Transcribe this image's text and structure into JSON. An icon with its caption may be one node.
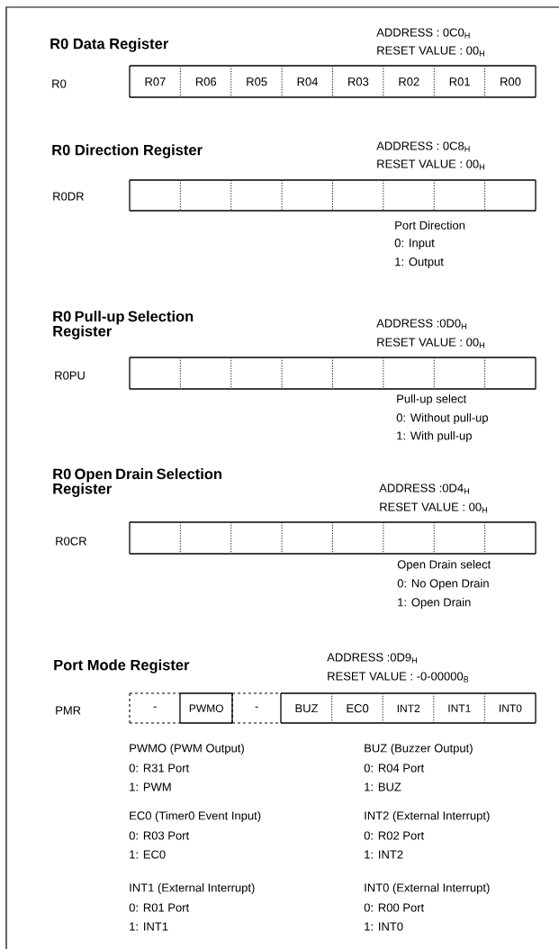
{
  "diagram": {
    "nodes": [
      {
        "text": [
          "R07"
        ]
      },
      {
        "text": [
          "R06"
        ]
      },
      {
        "text": [
          "R05"
        ]
      },
      {
        "text": [
          "R04"
        ]
      },
      {
        "text": [
          "R03"
        ]
      },
      {
        "text": [
          "R02"
        ]
      },
      {
        "text": [
          "R01"
        ]
      },
      {
        "text": [
          "R00"
        ]
      },
      {
        "text": [],
        "shape": "box"
      },
      {
        "text": [],
        "shape": "box"
      },
      {
        "text": [],
        "shape": "box"
      },
      {
        "text": [],
        "shape": "box"
      },
      {
        "text": [],
        "shape": "box"
      },
      {
        "text": [],
        "shape": "box"
      },
      {
        "text": [],
        "shape": "box"
      },
      {
        "text": [],
        "shape": "box"
      },
      {
        "text": [],
        "shape": "box"
      },
      {
        "text": [],
        "shape": "box"
      },
      {
        "text": [],
        "shape": "box"
      },
      {
        "text": [],
        "shape": "box"
      },
      {
        "text": [],
        "shape": "box"
      },
      {
        "text": [],
        "shape": "box"
      },
      {
        "text": [],
        "shape": "box"
      },
      {
        "text": [],
        "shape": "box"
      },
      {
        "text": [],
        "shape": "box"
      },
      {
        "text": [],
        "shape": "box"
      },
      {
        "text": [],
        "shape": "box"
      },
      {
        "text": [],
        "shape": "box"
      },
      {
        "text": [],
        "shape": "box"
      },
      {
        "text": [],
        "shape": "box"
      },
      {
        "text": [],
        "shape": "box"
      },
      {
        "text": [],
        "shape": "box"
      },
      {
        "text": [
          "-"
        ]
      },
      {
        "text": [
          "PWMO"
        ]
      },
      {
        "text": [
          "-"
        ]
      },
      {
        "text": [
          "BUZ"
        ]
      },
      {
        "text": [
          "EC0"
        ]
      },
      {
        "text": [
          "INT2"
        ]
      },
      {
        "text": [
          "INT1"
        ]
      },
      {
        "text": [
          "INT0"
        ]
      }
    ],
    "labels": [
      "R0 Data Register",
      "ADDRESS : 0C0$_{H}$",
      "RESET VALUE : 00$_{H}$",
      "R0",
      "R0 Direction Register",
      "ADDRESS : 0C8$_{H}$",
      "RESET VALUE : 00$_{H}$",
      "R0DR",
      "Port Direction",
      "0: Input",
      "1: Output",
      "R0 Pull-up Selection Register",
      "ADDRESS :0D0$_{H}$",
      "RESET VALUE : 00$_{H}$",
      "R0PU",
      "Pull-up select",
      "0: Without pull-up",
      "1: With pull-up",
      "R0 Open Drain Selection Register",
      "ADDRESS :0D4$_{H}$",
      "RESET VALUE : 00$_{H}$",
      "R0CR",
      "Open Drain select",
      "0: No Open Drain",
      "1: Open Drain",
      "Port Mode Register",
      "ADDRESS :0D9$_{H}$",
      "RESET VALUE : -0-00000$_{B}$",
      "PMR",
      "PWMO (PWM Output)",
      "0: R31 Port",
      "1: PWM",
      "BUZ (Buzzer Output)",
      "0: R04 Port",
      "1: BUZ",
      "EC0 (Timer0 Event Input)",
      "0: R03 Port",
      "1: EC0",
      "INT2 (External Interrupt)",
      "0: R02 Port",
      "1: INT2",
      "INT1 (External Interrupt)",
      "0: R01 Port",
      "1: INT1",
      "INT0 (External Interrupt)",
      "0: R00 Port",
      "1: INT0"
    ]
  }
}
